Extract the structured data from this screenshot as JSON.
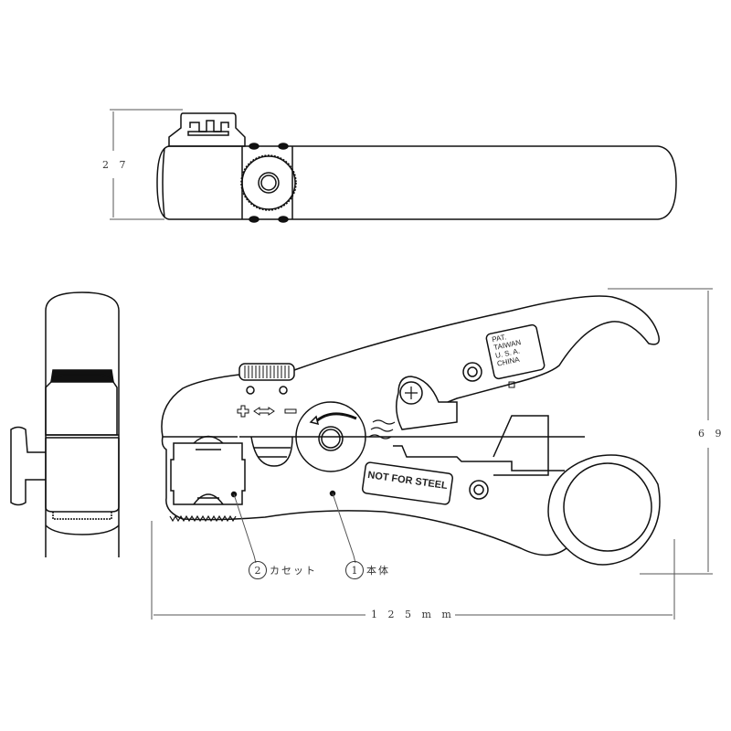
{
  "drawing": {
    "views": [
      "top-view",
      "side-view",
      "front-view"
    ],
    "dimensions": {
      "height_top_view": "2 7",
      "height_front_view": "6 9",
      "overall_length": "1 2 5 m m"
    },
    "callouts": [
      {
        "number": "1",
        "label": "本体"
      },
      {
        "number": "2",
        "label": "カセット"
      }
    ],
    "markings": {
      "warning": "NOT FOR STEEL",
      "patent_lines": [
        "PAT.",
        "TAIWAN",
        "U. S. A.",
        "CHINA"
      ],
      "adjust_plus": "+",
      "adjust_minus": "−",
      "adjust_arrow": "⇐⇒"
    },
    "colors": {
      "line": "#111111",
      "dimension_line": "#555555",
      "background": "#ffffff"
    }
  }
}
